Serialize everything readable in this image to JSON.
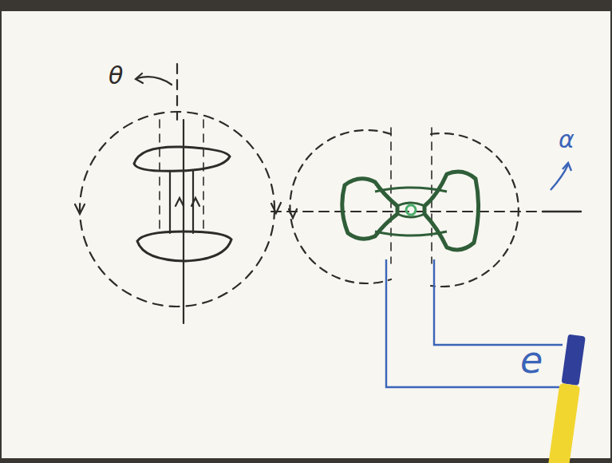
{
  "diagram": {
    "labels": [
      "θ",
      "α",
      "e"
    ]
  }
}
